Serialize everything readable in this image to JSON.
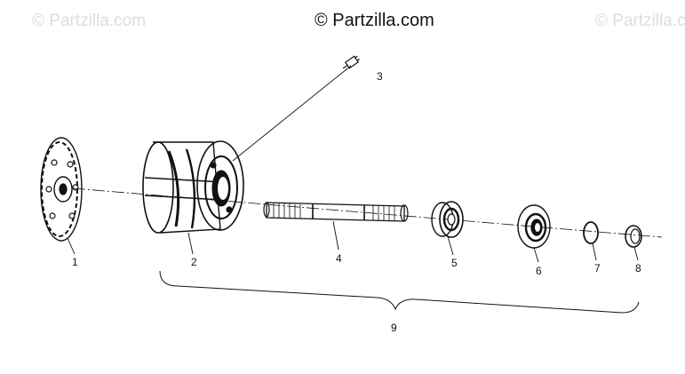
{
  "watermarks": {
    "left": "© Partzilla.com",
    "center": "© Partzilla.com",
    "right": "© Partzilla.com"
  },
  "callouts": [
    "1",
    "2",
    "3",
    "4",
    "5",
    "6",
    "7",
    "8",
    "9"
  ],
  "colors": {
    "ink": "#111111",
    "watermark": "#dcdcdc",
    "background": "#ffffff"
  }
}
